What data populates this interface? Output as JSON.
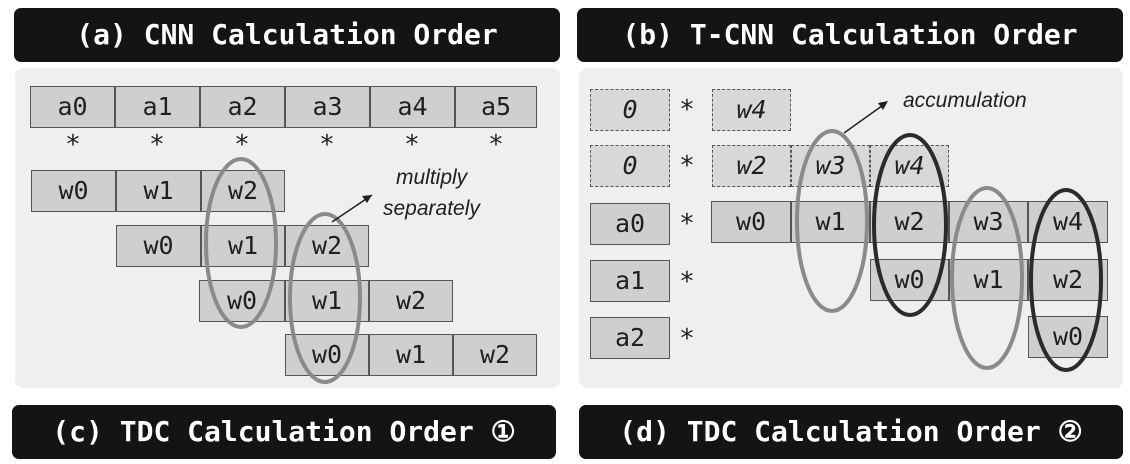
{
  "banners": {
    "a": "(a) CNN Calculation Order",
    "b": "(b) T-CNN Calculation Order",
    "c": "(c) TDC Calculation Order ①",
    "d": "(d) TDC Calculation Order ②"
  },
  "left_panel": {
    "inputs": [
      "a0",
      "a1",
      "a2",
      "a3",
      "a4",
      "a5"
    ],
    "star": "*",
    "rows": [
      [
        "w0",
        "w1",
        "w2"
      ],
      [
        "w0",
        "w1",
        "w2"
      ],
      [
        "w0",
        "w1",
        "w2"
      ],
      [
        "w0",
        "w1",
        "w2"
      ]
    ],
    "note_line1": "multiply",
    "note_line2": "separately"
  },
  "right_panel": {
    "row_labels": [
      "0",
      "0",
      "a0",
      "a1",
      "a2"
    ],
    "star": "*",
    "row0": [
      "w4"
    ],
    "row1": [
      "w2",
      "w3",
      "w4"
    ],
    "row2": [
      "w0",
      "w1",
      "w2",
      "w3",
      "w4"
    ],
    "row3": [
      "w0",
      "w1",
      "w2"
    ],
    "row4": [
      "w0"
    ],
    "note": "accumulation"
  },
  "colors": {
    "banner": "#141414",
    "panel": "#efefef",
    "cell": "#cfcfcf",
    "ellipse_light": "#8a8a8a",
    "ellipse_dark": "#2b2b2b"
  }
}
